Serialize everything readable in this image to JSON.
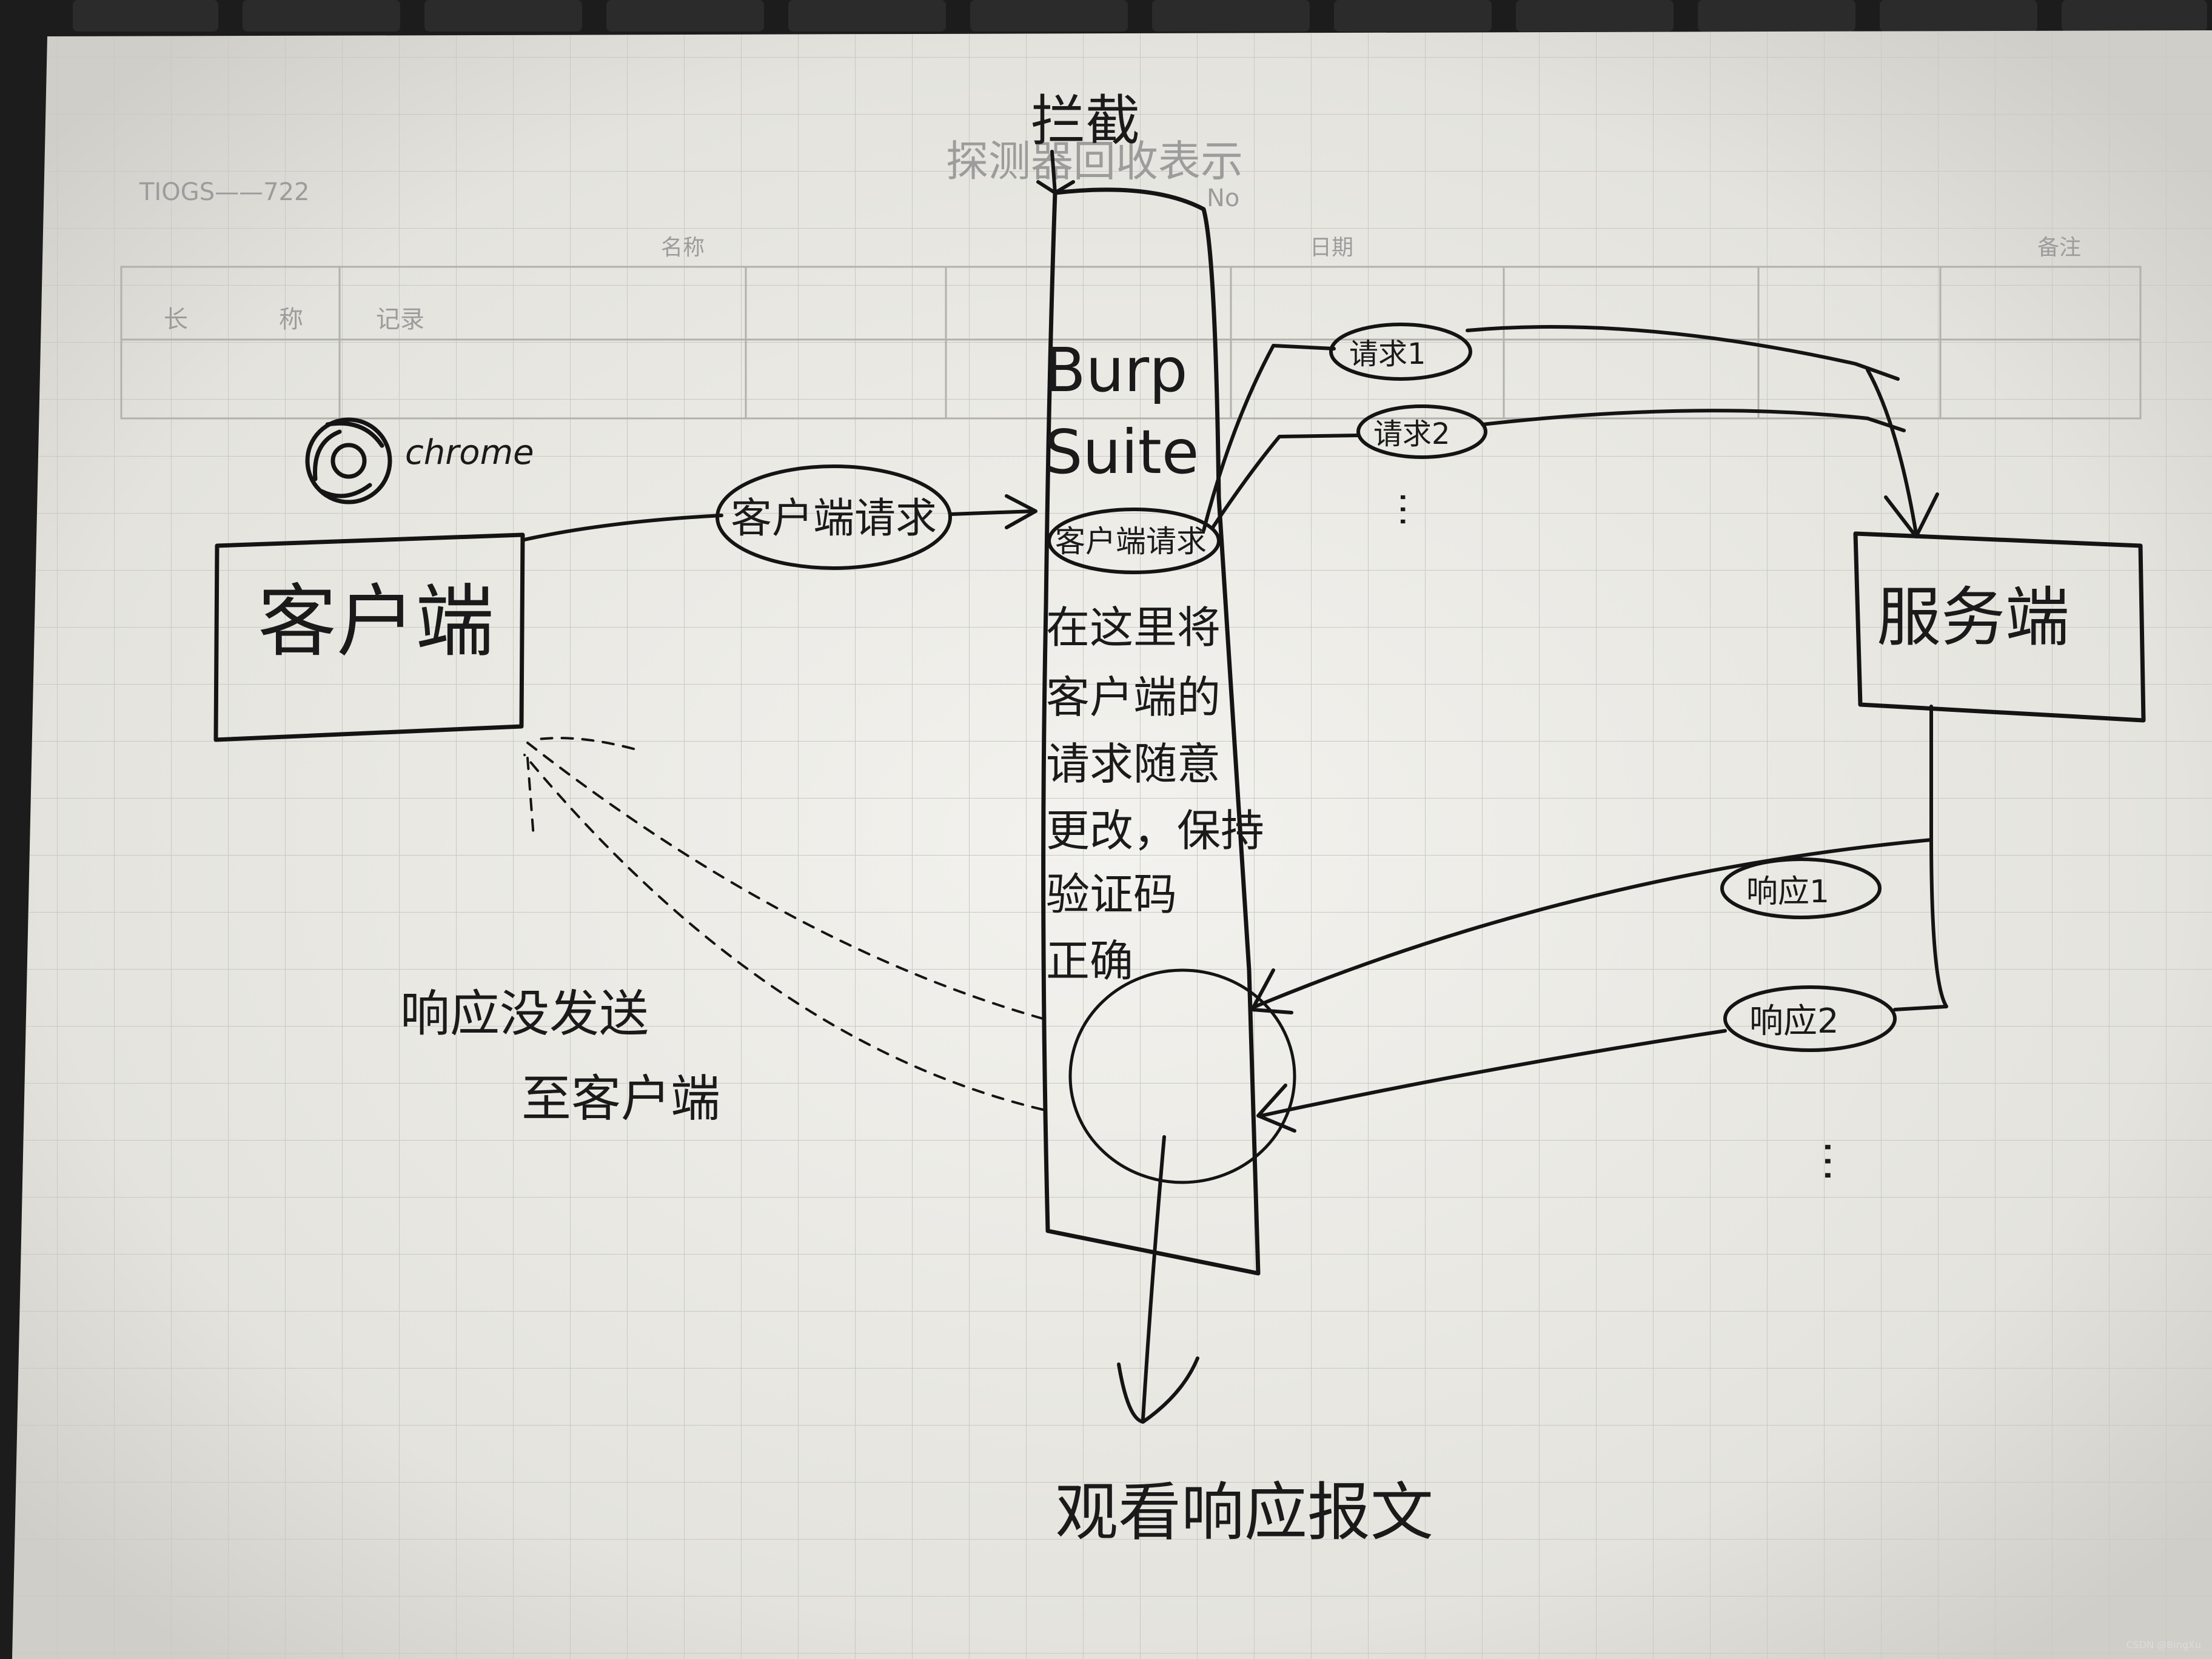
{
  "diagram": {
    "intercept_label": "拦截",
    "proxy": {
      "name_line1": "Burp",
      "name_line2": "Suite",
      "inner_request": "客户端请求"
    },
    "note_lines": [
      "在这里将",
      "客户端的",
      "请求随意",
      "更改，保持",
      "验证码",
      "正确"
    ],
    "client": {
      "label": "客户端",
      "browser_label": "chrome"
    },
    "client_request_label": "客户端请求",
    "server": {
      "label": "服务端"
    },
    "requests": [
      "请求1",
      "请求2"
    ],
    "responses": [
      "响应1",
      "响应2"
    ],
    "ellipsis": "…",
    "response_not_sent_line1": "响应没发送",
    "response_not_sent_line2": "至客户端",
    "view_response_label": "观看响应报文"
  },
  "background": {
    "faint_title": "探测器回收表示",
    "faint_no_label": "No",
    "faint_code": "TIOGS——722",
    "faint_headers": [
      "名称",
      "日期",
      "备注"
    ],
    "faint_row_tokens": [
      "长",
      "称",
      "记录"
    ]
  },
  "watermark": "CSDN @BingXu",
  "colors": {
    "paper": "#ecebe6",
    "ink": "#141414",
    "grid": "#c9c8c2",
    "faint": "#9c9c9c",
    "desk": "#1c1c1c"
  }
}
